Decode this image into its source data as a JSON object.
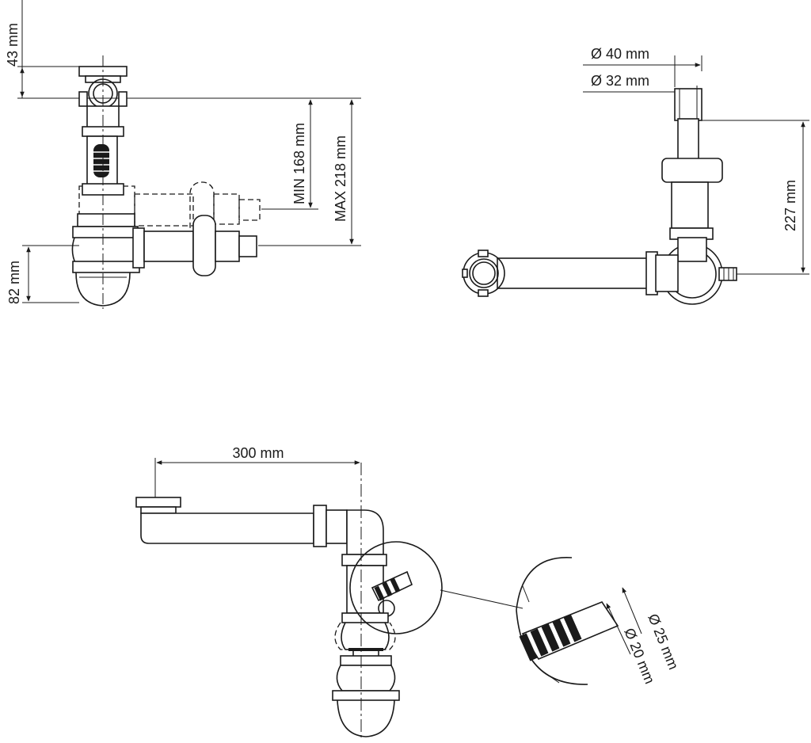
{
  "labels": {
    "top_clearance": "43 mm",
    "min_height": "MIN 168 mm",
    "max_height": "MAX 218 mm",
    "trap_height": "82 mm",
    "outer_diameter": "Ø 40 mm",
    "inner_diameter": "Ø 32 mm",
    "outlet_height": "227 mm",
    "pipe_length": "300 mm",
    "hose_outer_diameter": "Ø 25 mm",
    "hose_inner_diameter": "Ø 20 mm"
  }
}
